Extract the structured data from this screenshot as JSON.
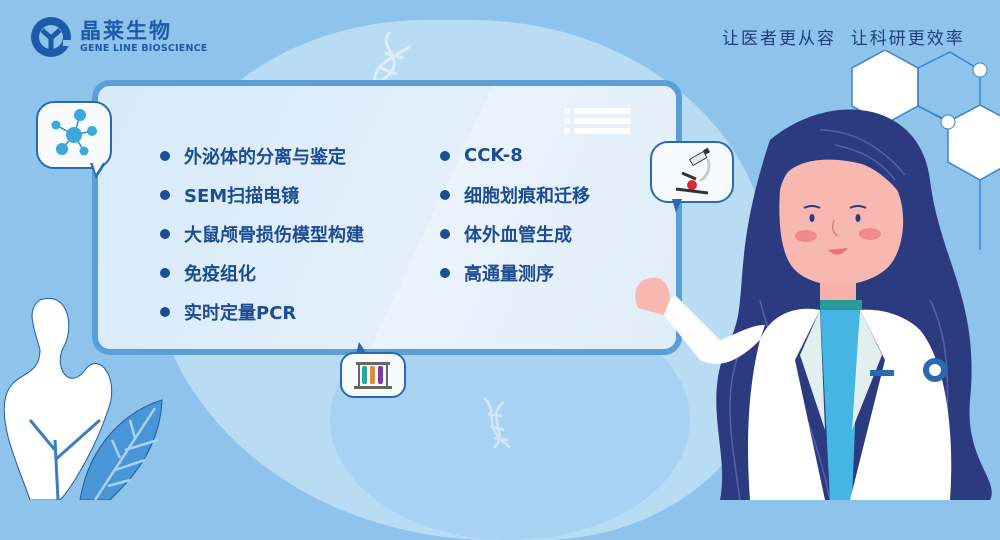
{
  "brand": {
    "name_cn": "晶莱生物",
    "name_en": "GENE LINE BIOSCIENCE",
    "color": "#1d5aa8"
  },
  "slogan": "让医者更从容  让科研更效率",
  "services": {
    "column1": [
      {
        "label": "外泌体的分离与鉴定"
      },
      {
        "label": "SEM扫描电镜"
      },
      {
        "label": "大鼠颅骨损伤模型构建"
      },
      {
        "label": "免疫组化"
      },
      {
        "label": "实时定量PCR"
      }
    ],
    "column2": [
      {
        "label": "CCK-8"
      },
      {
        "label": "细胞划痕和迁移"
      },
      {
        "label": "体外血管生成"
      },
      {
        "label": "高通量测序"
      }
    ]
  },
  "icons": {
    "molecule": "molecule-icon",
    "microscope": "microscope-icon",
    "test_tubes": "test-tubes-icon",
    "dna": "dna-icon"
  },
  "colors": {
    "background": "#8ec3ec",
    "panel_border": "#5b9fd9",
    "text": "#1d4c93",
    "hair": "#2c3a80",
    "coat": "#ffffff",
    "shirt": "#45b6e3"
  }
}
